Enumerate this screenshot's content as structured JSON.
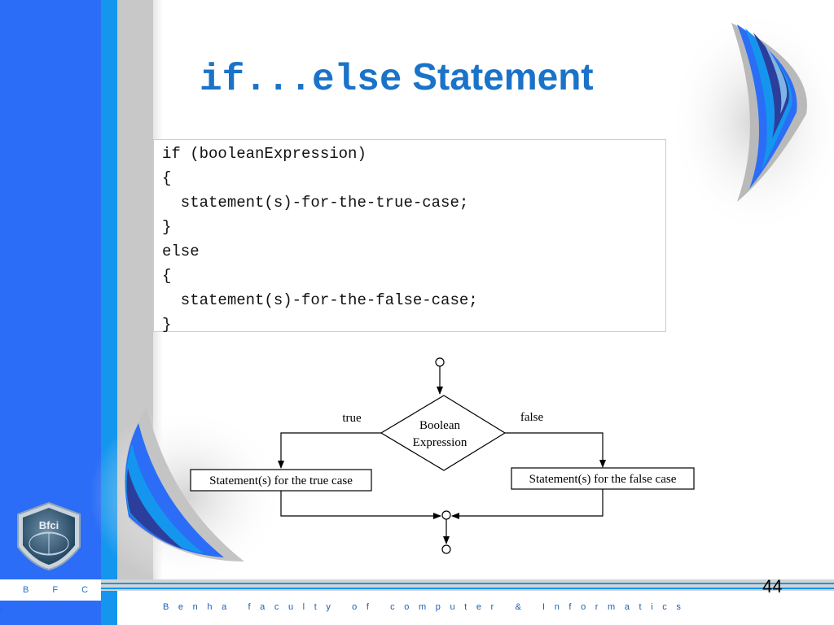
{
  "slide": {
    "title_keyword": "if...else",
    "title_rest": " Statement",
    "code_lines": [
      "if (booleanExpression)",
      "{",
      "  statement(s)-for-the-true-case;",
      "}",
      "else",
      "{",
      "  statement(s)-for-the-false-case;",
      "}"
    ],
    "flowchart": {
      "decision_line1": "Boolean",
      "decision_line2": "Expression",
      "true_label": "true",
      "false_label": "false",
      "true_box": "Statement(s) for the true case",
      "false_box": "Statement(s) for the false case"
    },
    "page_number": "44"
  },
  "branding": {
    "side_label": "B F C I",
    "footer": "Benha faculty of computer & Informatics",
    "logo_text": "Bfci"
  },
  "colors": {
    "accent_blue": "#2b6df6",
    "title_blue": "#1a73c8",
    "stripe_cyan": "#1596ee"
  }
}
